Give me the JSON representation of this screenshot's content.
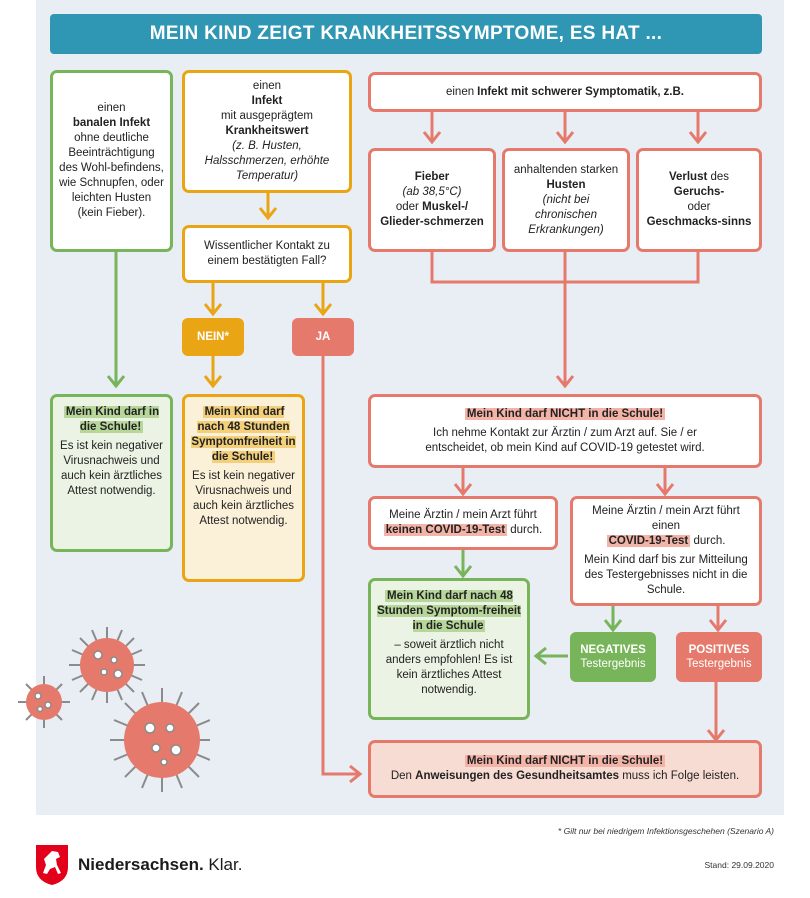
{
  "title": "MEIN KIND ZEIGT KRANKHEITSSYMPTOME, ES HAT ...",
  "col1": {
    "pre": "einen",
    "bold": "banalen Infekt",
    "rest": "ohne deutliche Beeinträchtigung des Wohl-befindens, wie Schnupfen, oder leichten Husten (kein Fieber).",
    "result_title": "Mein Kind darf in die Schule!",
    "result_text": "Es ist kein negativer Virusnachweis und auch kein ärztliches Attest notwendig."
  },
  "col2": {
    "pre": "einen",
    "bold1": "Infekt",
    "mid": "mit ausgeprägtem",
    "bold2": "Krankheitswert",
    "example": "(z. B. Husten, Halsschmerzen, erhöhte Temperatur)",
    "contact_question": "Wissentlicher Kontakt zu einem bestätigten Fall?",
    "nein": "NEIN*",
    "ja": "JA",
    "result_title": "Mein Kind darf nach 48 Stunden Symptomfreiheit in die Schule!",
    "result_text": "Es ist kein negativer Virusnachweis und auch kein ärztliches Attest notwendig."
  },
  "col3": {
    "header_pre": "einen",
    "header_bold": "Infekt mit schwerer Symptomatik,",
    "header_post": "z.B.",
    "fever": {
      "bold1": "Fieber",
      "note": "(ab 38,5°C)",
      "mid": "oder",
      "bold2": "Muskel-/ Glieder-schmerzen"
    },
    "cough": {
      "pre": "anhaltenden starken",
      "bold": "Husten",
      "note": "(nicht bei chronischen Erkrankungen)"
    },
    "smell": {
      "bold1": "Verlust",
      "mid1": "des",
      "bold2": "Geruchs-",
      "mid2": "oder",
      "bold3": "Geschmacks-sinns"
    },
    "not_school_title": "Mein Kind darf NICHT in die Schule!",
    "not_school_text": "Ich nehme Kontakt zur Ärztin / zum Arzt auf. Sie / er entscheidet, ob mein Kind auf COVID-19 getestet wird.",
    "no_test_pre": "Meine Ärztin / mein Arzt führt",
    "no_test_hl": "keinen COVID-19-Test",
    "no_test_post": "durch.",
    "test_pre": "Meine Ärztin / mein Arzt führt einen",
    "test_hl": "COVID-19-Test",
    "test_post": "durch.",
    "test_text": "Mein Kind darf bis zur Mitteilung des Testergebnisses nicht in die Schule.",
    "neg_label": "NEGATIVES",
    "neg_sub": "Testergebnis",
    "pos_label": "POSITIVES",
    "pos_sub": "Testergebnis",
    "green_title": "Mein Kind darf nach 48 Stunden Symptom-freiheit in die Schule",
    "green_text": "– soweit ärztlich nicht anders empfohlen! Es ist kein ärztliches Attest notwendig.",
    "final_title": "Mein Kind darf NICHT in die Schule!",
    "final_pre": "Den",
    "final_bold": "Anweisungen des Gesundheitsamtes",
    "final_post": "muss ich Folge leisten."
  },
  "footnote": "* Gilt nur bei niedrigem Infektionsgeschehen (Szenario A)",
  "logo": {
    "name": "Niedersachsen.",
    "claim": "Klar."
  },
  "date": "Stand: 29.09.2020",
  "colors": {
    "blue": "#2f96b4",
    "green": "#78b55a",
    "yellow": "#eaa514",
    "red": "#e57a6c"
  }
}
